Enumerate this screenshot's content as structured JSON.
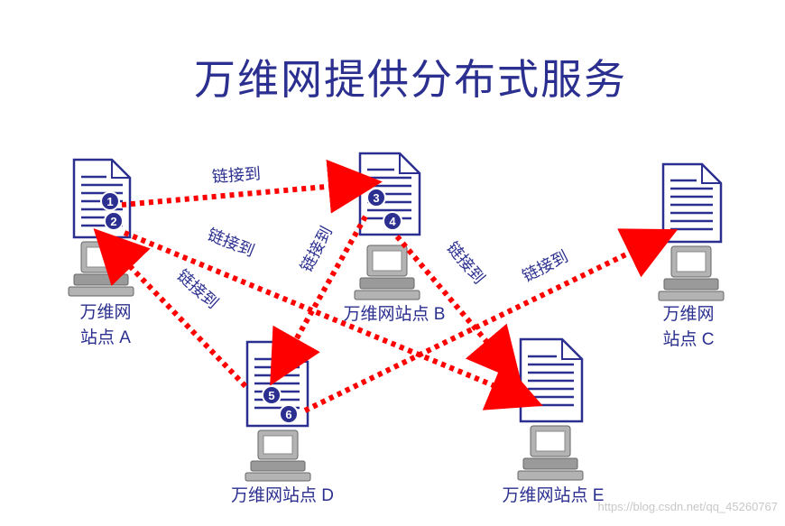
{
  "title": "万维网提供分布式服务",
  "link_label": "链接到",
  "sites": {
    "a": {
      "line1": "万维网",
      "line2": "站点 A"
    },
    "b": {
      "label": "万维网站点 B"
    },
    "c": {
      "line1": "万维网",
      "line2": "站点 C"
    },
    "d": {
      "label": "万维网站点 D"
    },
    "e": {
      "label": "万维网站点 E"
    }
  },
  "markers": [
    "1",
    "2",
    "3",
    "4",
    "5",
    "6"
  ],
  "watermark": "https://blog.csdn.net/qq_45260767",
  "colors": {
    "ink": "#2b2f8f",
    "arrow": "#ff0000",
    "computer": "#999999"
  }
}
